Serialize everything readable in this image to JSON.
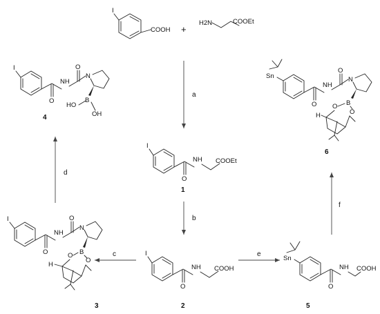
{
  "reagents": {
    "acid_label": "COOH",
    "acid_iodo": "I",
    "plus": "+",
    "amine_left": "H2N",
    "amine_ester": "COOEt"
  },
  "compounds": [
    {
      "number": "1",
      "atoms": {
        "iodo": "I",
        "nh": "NH",
        "o": "O",
        "ester": "COOEt"
      }
    },
    {
      "number": "2",
      "atoms": {
        "iodo": "I",
        "nh": "NH",
        "o": "O",
        "acid": "COOH"
      }
    },
    {
      "number": "3",
      "atoms": {
        "iodo": "I",
        "nh": "NH",
        "o": "O",
        "n": "N",
        "b": "B",
        "o1": "O",
        "o2": "O",
        "h": "H"
      }
    },
    {
      "number": "4",
      "atoms": {
        "iodo": "I",
        "nh": "NH",
        "o": "O",
        "n": "N",
        "b": "B",
        "ho1": "HO",
        "ho2": "OH"
      }
    },
    {
      "number": "5",
      "atoms": {
        "sn": "Sn",
        "nh": "NH",
        "o": "O",
        "acid": "COOH"
      }
    },
    {
      "number": "6",
      "atoms": {
        "sn": "Sn",
        "nh": "NH",
        "o": "O",
        "n": "N",
        "b": "B",
        "o1": "O",
        "o2": "O",
        "h": "H"
      }
    }
  ],
  "steps": [
    {
      "label": "a"
    },
    {
      "label": "b"
    },
    {
      "label": "c"
    },
    {
      "label": "d"
    },
    {
      "label": "e"
    },
    {
      "label": "f"
    }
  ],
  "colors": {
    "ink": "#222222",
    "arrow": "#444444",
    "background": "#ffffff"
  }
}
